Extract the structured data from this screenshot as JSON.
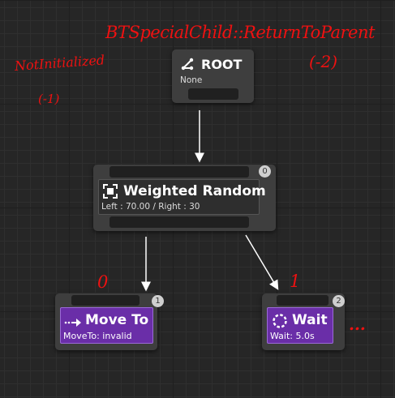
{
  "nodes": {
    "root": {
      "title": "ROOT",
      "subtitle": "None"
    },
    "weighted_random": {
      "title": "Weighted Random",
      "subtitle": "Left : 70.00 / Right : 30",
      "index": "0"
    },
    "move_to": {
      "title": "Move To",
      "subtitle": "MoveTo: invalid",
      "index": "1"
    },
    "wait": {
      "title": "Wait",
      "subtitle": "Wait: 5.0s",
      "index": "2"
    }
  },
  "annotations": {
    "top_right": "BTSpecialChild::ReturnToParent",
    "top_right_value": "(-2)",
    "top_left": "NotInitialized",
    "top_left_value": "(-1)",
    "left_branch": "0",
    "right_branch": "1",
    "ellipsis": "..."
  },
  "colors": {
    "graph_background": "#262626",
    "node_body": "#3e3e3e",
    "task_purple": "#6a2ea8",
    "wire": "#ffffff",
    "annotation_red": "#e01010"
  },
  "icons": {
    "root": "branch-icon",
    "weighted_random": "focus-frame-icon",
    "move_to": "move-arrow-icon",
    "wait": "wait-spinner-icon"
  }
}
